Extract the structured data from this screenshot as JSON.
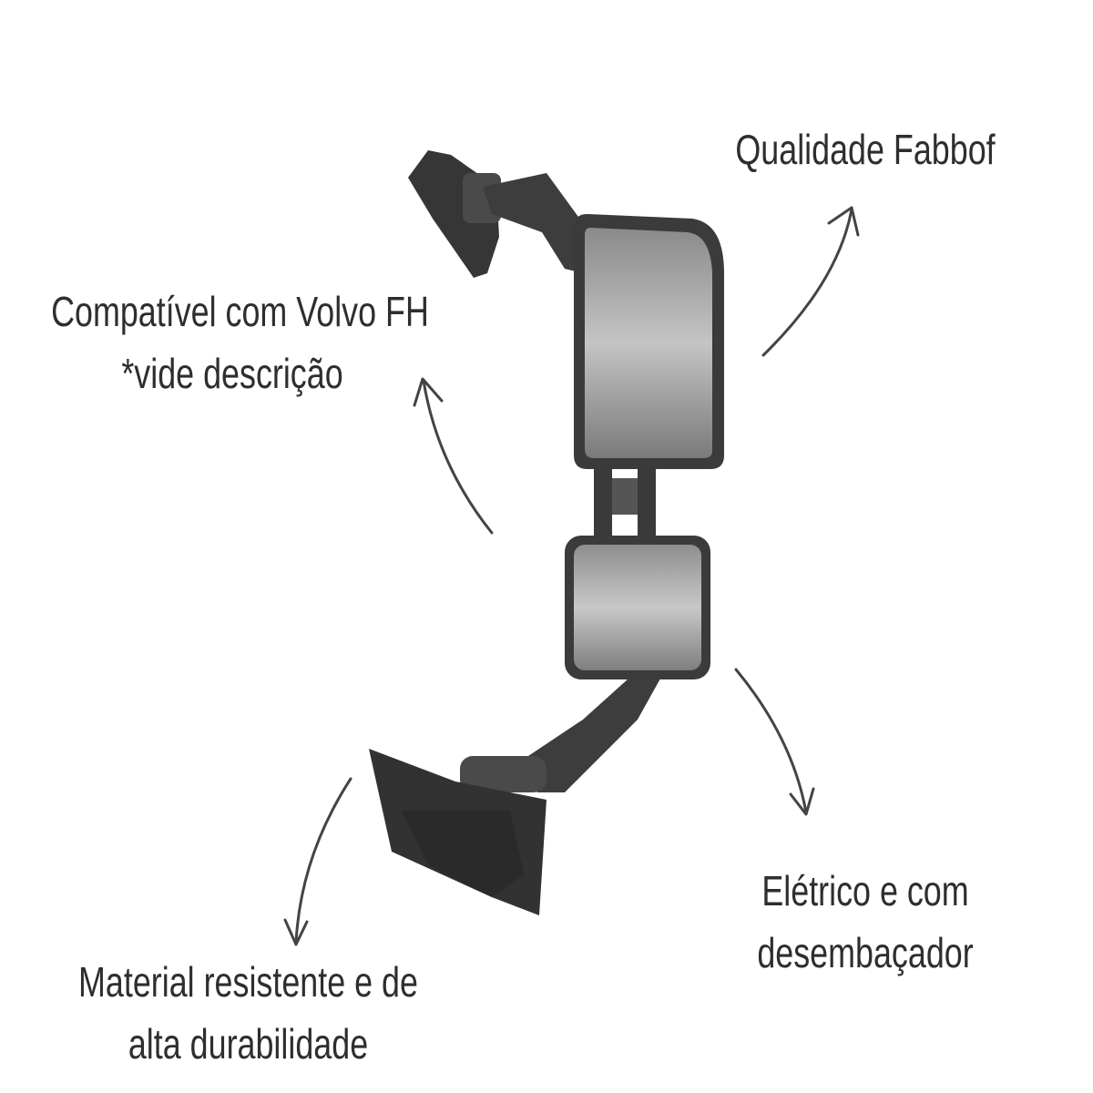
{
  "labels": {
    "quality": "Qualidade Fabbof",
    "compat_line1": "Compatível com Volvo FH",
    "compat_line2": "*vide descrição",
    "electric_line1": "Elétrico e com",
    "electric_line2": "desembaçador",
    "material_line1": "Material resistente e de",
    "material_line2": "alta durabilidade"
  },
  "colors": {
    "text": "#2e2e2e",
    "housing": "#3b3b3b",
    "arrow": "#444444"
  }
}
